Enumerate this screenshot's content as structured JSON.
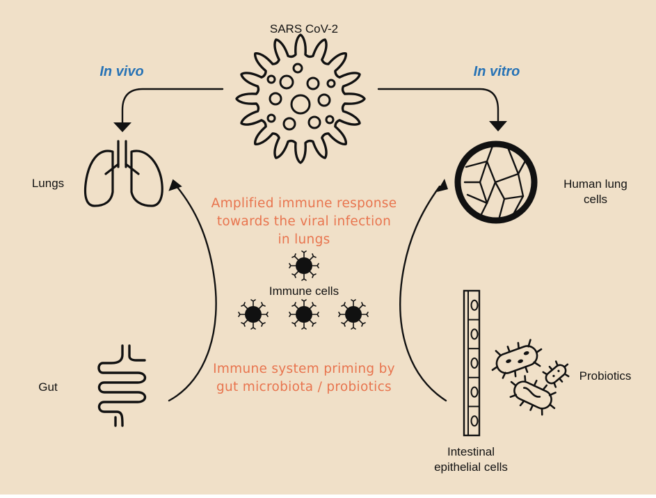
{
  "colors": {
    "background": "#f0e0c8",
    "accent_blue": "#2672b5",
    "accent_orange": "#e8744e",
    "ink": "#111111"
  },
  "virus": {
    "label": "SARS CoV-2",
    "icon": "virus-icon"
  },
  "in_vivo": {
    "label": "In vivo"
  },
  "in_vitro": {
    "label": "In vitro"
  },
  "lungs": {
    "label": "Lungs",
    "icon": "lungs-icon"
  },
  "lung_cells": {
    "label_line1": "Human lung",
    "label_line2": "cells",
    "icon": "lung-cells-icon"
  },
  "immune_response": {
    "line1": "Amplified immune response",
    "line2": "towards the viral infection",
    "line3": "in lungs"
  },
  "immune_cells": {
    "label": "Immune cells",
    "icon": "immune-cell-icon"
  },
  "priming": {
    "line1": "Immune system priming by",
    "line2": "gut microbiota / probiotics"
  },
  "gut": {
    "label": "Gut",
    "icon": "intestine-icon"
  },
  "probiotics": {
    "label": "Probiotics",
    "icon": "bacteria-icon"
  },
  "epithelial": {
    "label_line1": "Intestinal",
    "label_line2": "epithelial cells",
    "icon": "epithelial-column-icon"
  }
}
